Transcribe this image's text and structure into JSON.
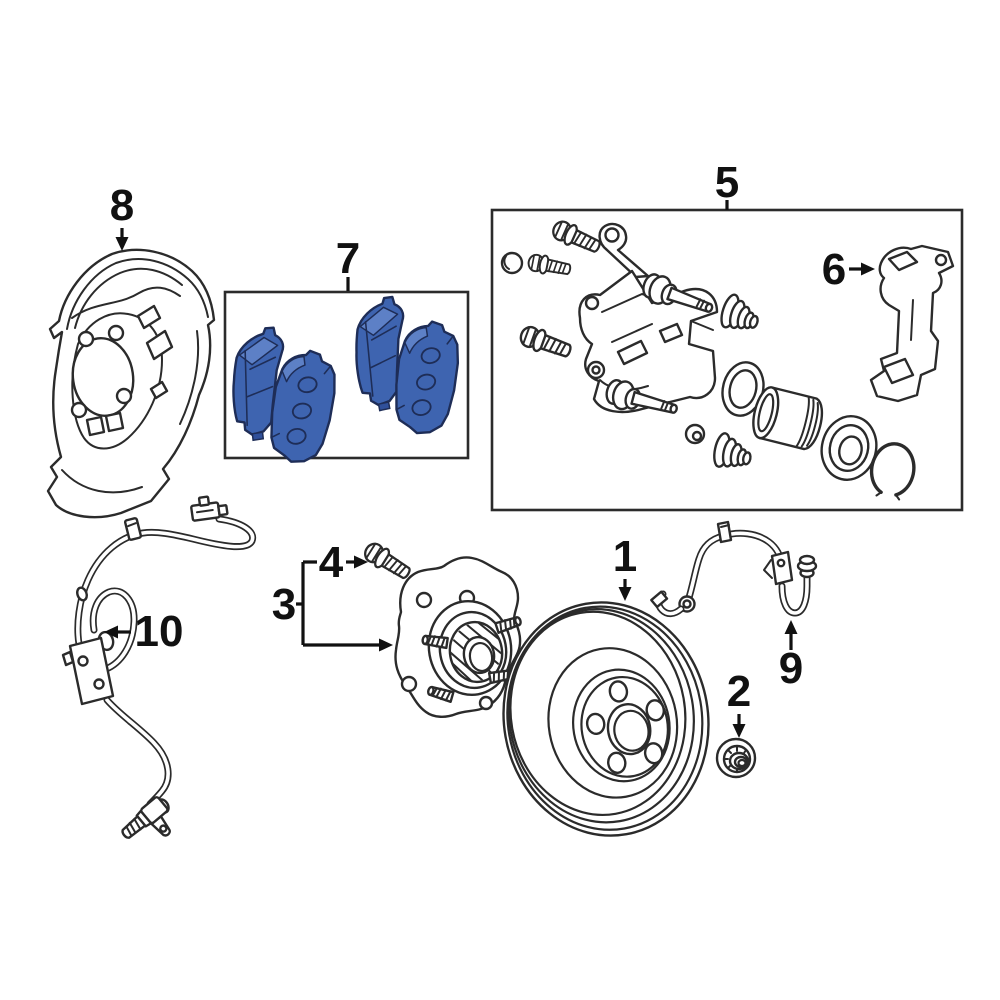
{
  "diagram": {
    "kind": "exploded-parts-line-art",
    "subject": "front-disc-brake-components"
  },
  "colors": {
    "background": "#ffffff",
    "line": "#2b2b2b",
    "label": "#111111",
    "pad_fill": "#3e64b0",
    "pad_stroke": "#1e2d57",
    "pad_highlight": "#5d80c6",
    "pad_shadow": "#30509a"
  },
  "callouts": [
    {
      "label": "1",
      "part": "brake-rotor"
    },
    {
      "label": "2",
      "part": "hub-nut"
    },
    {
      "label": "3",
      "part": "wheel-hub-bearing-assembly"
    },
    {
      "label": "4",
      "part": "hub-mounting-bolt"
    },
    {
      "label": "5",
      "part": "brake-caliper-assembly"
    },
    {
      "label": "6",
      "part": "caliper-mounting-bracket"
    },
    {
      "label": "7",
      "part": "brake-pad-set"
    },
    {
      "label": "8",
      "part": "brake-dust-shield"
    },
    {
      "label": "9",
      "part": "brake-hydraulic-hose"
    },
    {
      "label": "10",
      "part": "abs-wheel-speed-sensor-wire"
    }
  ]
}
